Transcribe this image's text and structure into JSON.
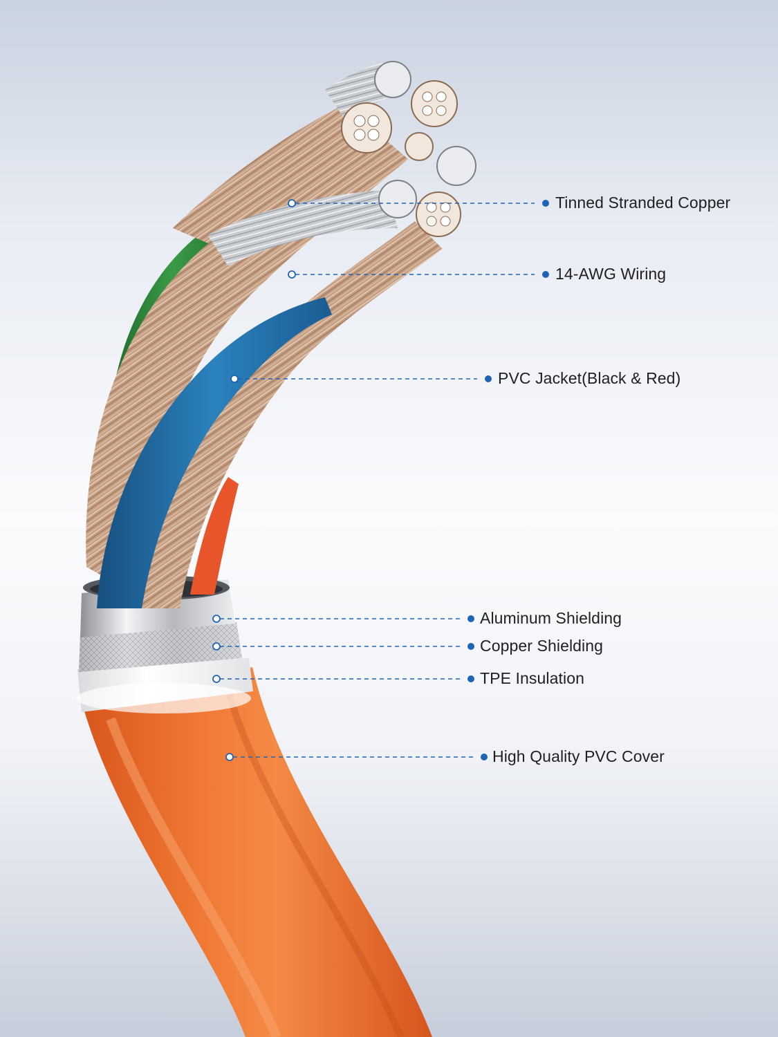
{
  "colors": {
    "leader_line": "#1e63b5",
    "marker_dot": "#1e63b5",
    "label_text": "#1f1f22",
    "outer_cover": "#e8692a",
    "tpe_insulation": "#f4f4f4",
    "copper_shield": "#c9c9cc",
    "aluminum_shield": "#d8d8da",
    "blue_jacket": "#1f6fa8",
    "green_jacket": "#2f8a3e",
    "red_jacket": "#e8552a",
    "copper_strands": "#c9a58a",
    "tinned_strands": "#d7d9dc"
  },
  "callouts": [
    {
      "id": "tinned-stranded-copper",
      "label": "Tinned Stranded Copper"
    },
    {
      "id": "awg-wiring",
      "label": "14-AWG Wiring"
    },
    {
      "id": "pvc-jacket",
      "label": "PVC Jacket(Black & Red)"
    },
    {
      "id": "aluminum-shielding",
      "label": "Aluminum Shielding"
    },
    {
      "id": "copper-shielding",
      "label": "Copper Shielding"
    },
    {
      "id": "tpe-insulation",
      "label": "TPE Insulation"
    },
    {
      "id": "pvc-cover",
      "label": "High Quality PVC Cover"
    }
  ]
}
